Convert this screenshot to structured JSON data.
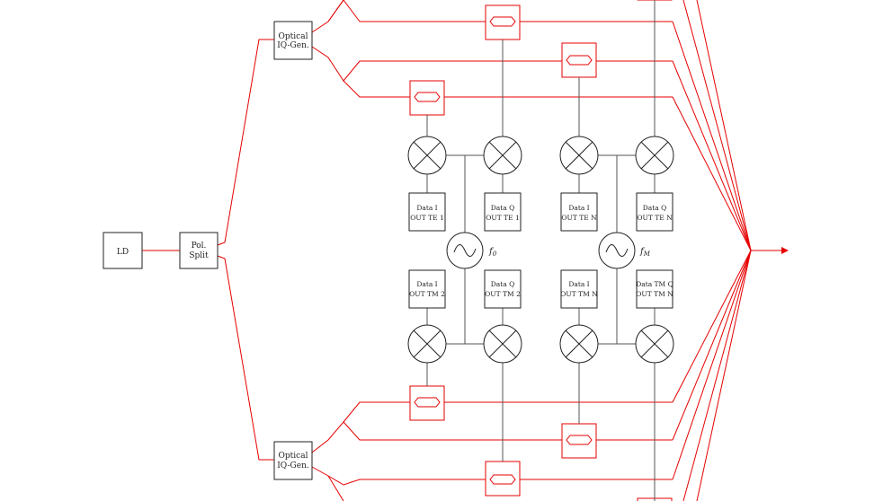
{
  "laser": {
    "label": "LD"
  },
  "splitter": {
    "line1": "Pol.",
    "line2": "Split"
  },
  "iq_generators": [
    {
      "line1": "Optical",
      "line2": "IQ-Gen."
    },
    {
      "line1": "Optical",
      "line2": "IQ-Gen."
    }
  ],
  "data_blocks": [
    {
      "line1": "Data I",
      "line2": "OUT TE 1"
    },
    {
      "line1": "Data Q",
      "line2": "OUT TE 1"
    },
    {
      "line1": "Data I",
      "line2": "OUT TE N"
    },
    {
      "line1": "Data Q",
      "line2": "OUT TE N"
    },
    {
      "line1": "Data I",
      "line2": "OUT TM 2"
    },
    {
      "line1": "Data Q",
      "line2": "OUT TM 2"
    },
    {
      "line1": "Data I",
      "line2": "OUT TM N"
    },
    {
      "line1": "Data TM Q",
      "line2": "OUT TM N"
    }
  ],
  "oscillators": [
    {
      "label": "f0",
      "symbol": "~"
    },
    {
      "label": "fM",
      "symbol": "~"
    }
  ],
  "colors": {
    "optical": "#e60000",
    "electrical": "#555555",
    "block_stroke": "#222222"
  }
}
